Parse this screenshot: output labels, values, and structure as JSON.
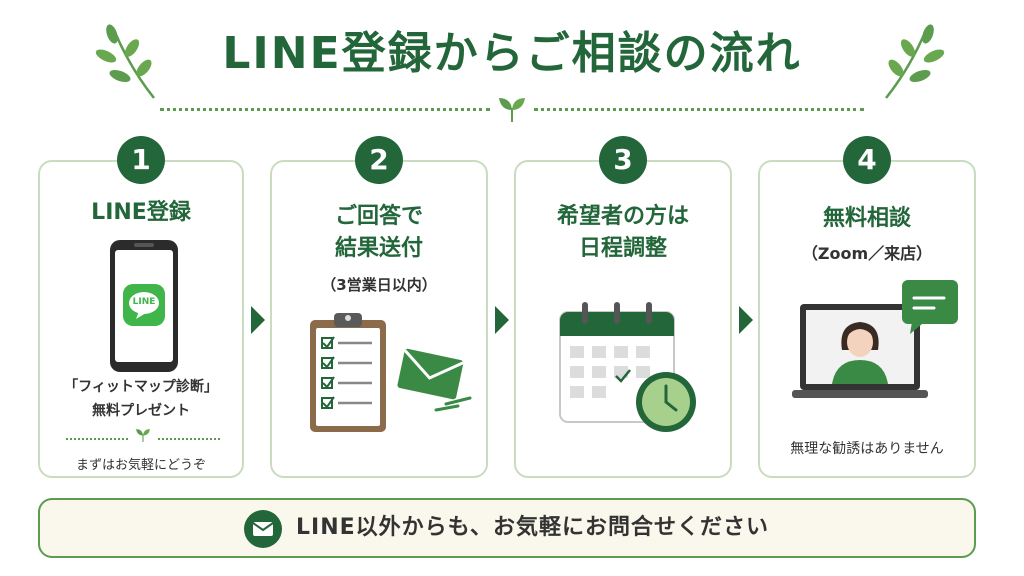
{
  "header": {
    "title": "LINE登録からご相談の流れ"
  },
  "steps": [
    {
      "number": "1",
      "title": "LINE登録",
      "phone_logo": "LINE",
      "present_line1": "「フィットマップ診断」",
      "present_line2": "無料プレゼント",
      "note": "まずはお気軽にどうぞ",
      "icon": "smartphone-icon"
    },
    {
      "number": "2",
      "title_line1": "ご回答で",
      "title_line2": "結果送付",
      "sub": "（3営業日以内）",
      "icon": "clipboard-icon"
    },
    {
      "number": "3",
      "title_line1": "希望者の方は",
      "title_line2": "日程調整",
      "icon": "calendar-icon"
    },
    {
      "number": "4",
      "title": "無料相談",
      "sub": "（Zoom／来店）",
      "note": "無理な勧誘はありません",
      "icon": "laptop-consultation-icon"
    }
  ],
  "footer": {
    "text": "LINE以外からも、お気軽にお問合せください",
    "icon": "mail-icon"
  },
  "colors": {
    "primary_green": "#22663a",
    "accent_green": "#5c9c4e",
    "line_green": "#3fb54a",
    "card_border": "#c9dcbf",
    "footer_bg": "#faf8ec"
  }
}
